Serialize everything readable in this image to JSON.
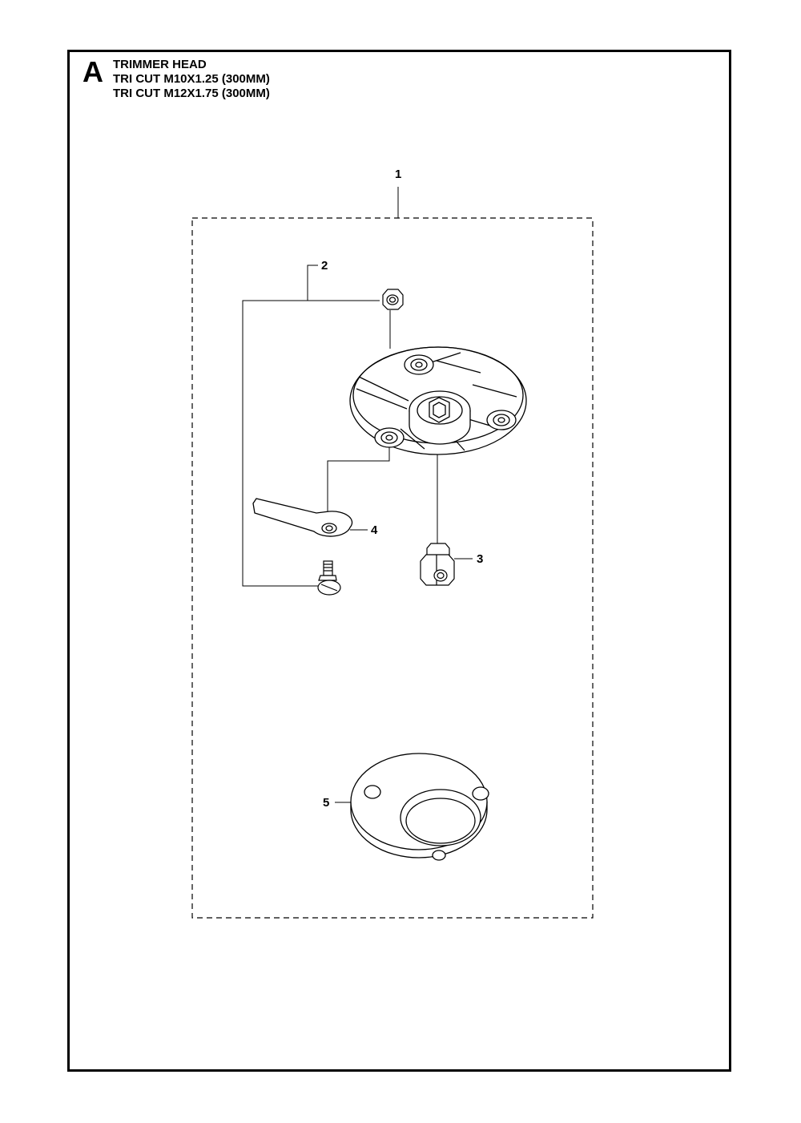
{
  "section": {
    "letter": "A"
  },
  "title": {
    "line1": "TRIMMER HEAD",
    "line2": "TRI CUT M10X1.25 (300MM)",
    "line3": "TRI CUT M12X1.75 (300MM)"
  },
  "callouts": {
    "kit": "1",
    "screw_nut_set": "2",
    "nut": "3",
    "blade": "4",
    "washer": "5"
  },
  "colors": {
    "ink": "#000000",
    "paper": "#ffffff"
  }
}
